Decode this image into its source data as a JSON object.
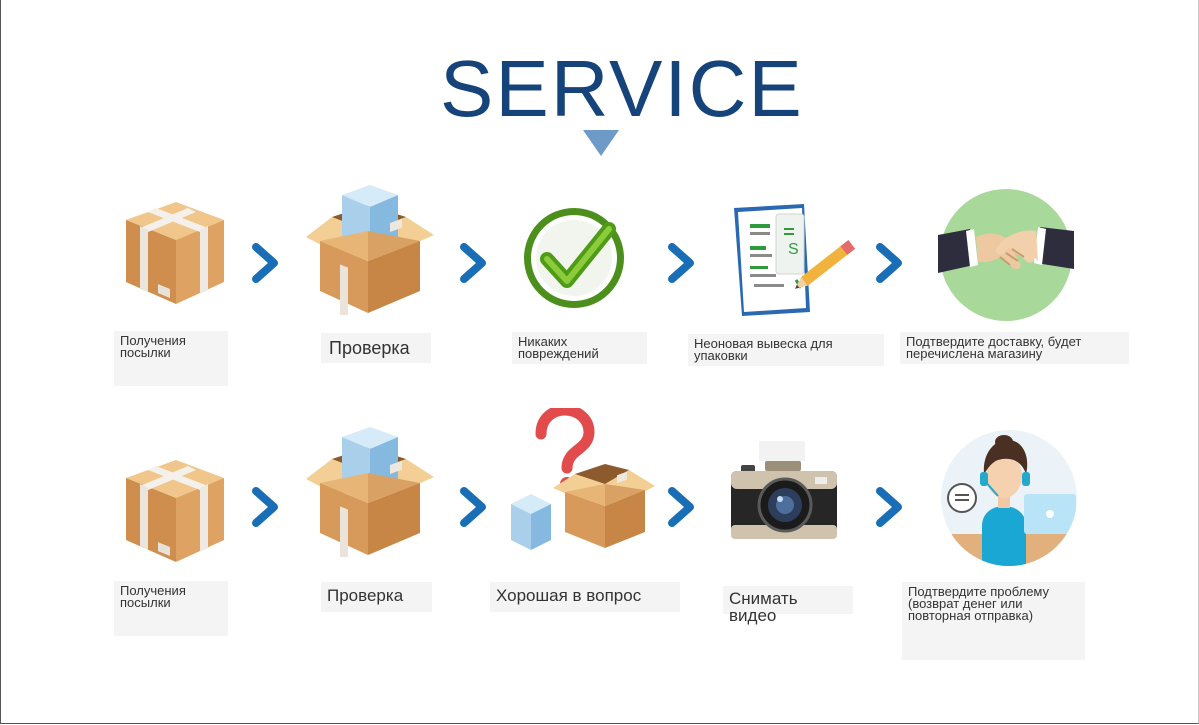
{
  "title": "SERVICE",
  "row1": {
    "labels": [
      "Получения посылки",
      "Проверка",
      "Никаких повреждений",
      "Неоновая вывеска для упаковки",
      "Подтвердите доставку, будет перечислена магазину"
    ],
    "icons": [
      "sealed-box-icon",
      "open-box-icon",
      "checkmark-icon",
      "document-signing-icon",
      "handshake-icon"
    ]
  },
  "row2": {
    "labels": [
      "Получения посылки",
      "Проверка",
      "Хорошая в вопрос",
      "Снимать видео",
      "Подтвердите проблему (возврат денег или повторная отправка)"
    ],
    "icons": [
      "sealed-box-icon",
      "open-box-icon",
      "question-box-icon",
      "camera-icon",
      "support-agent-icon"
    ]
  },
  "colors": {
    "title": "#16447a",
    "arrow": "#1a6eb5",
    "triangle": "#6d9ac7",
    "label_bg": "#f4f4f4"
  }
}
